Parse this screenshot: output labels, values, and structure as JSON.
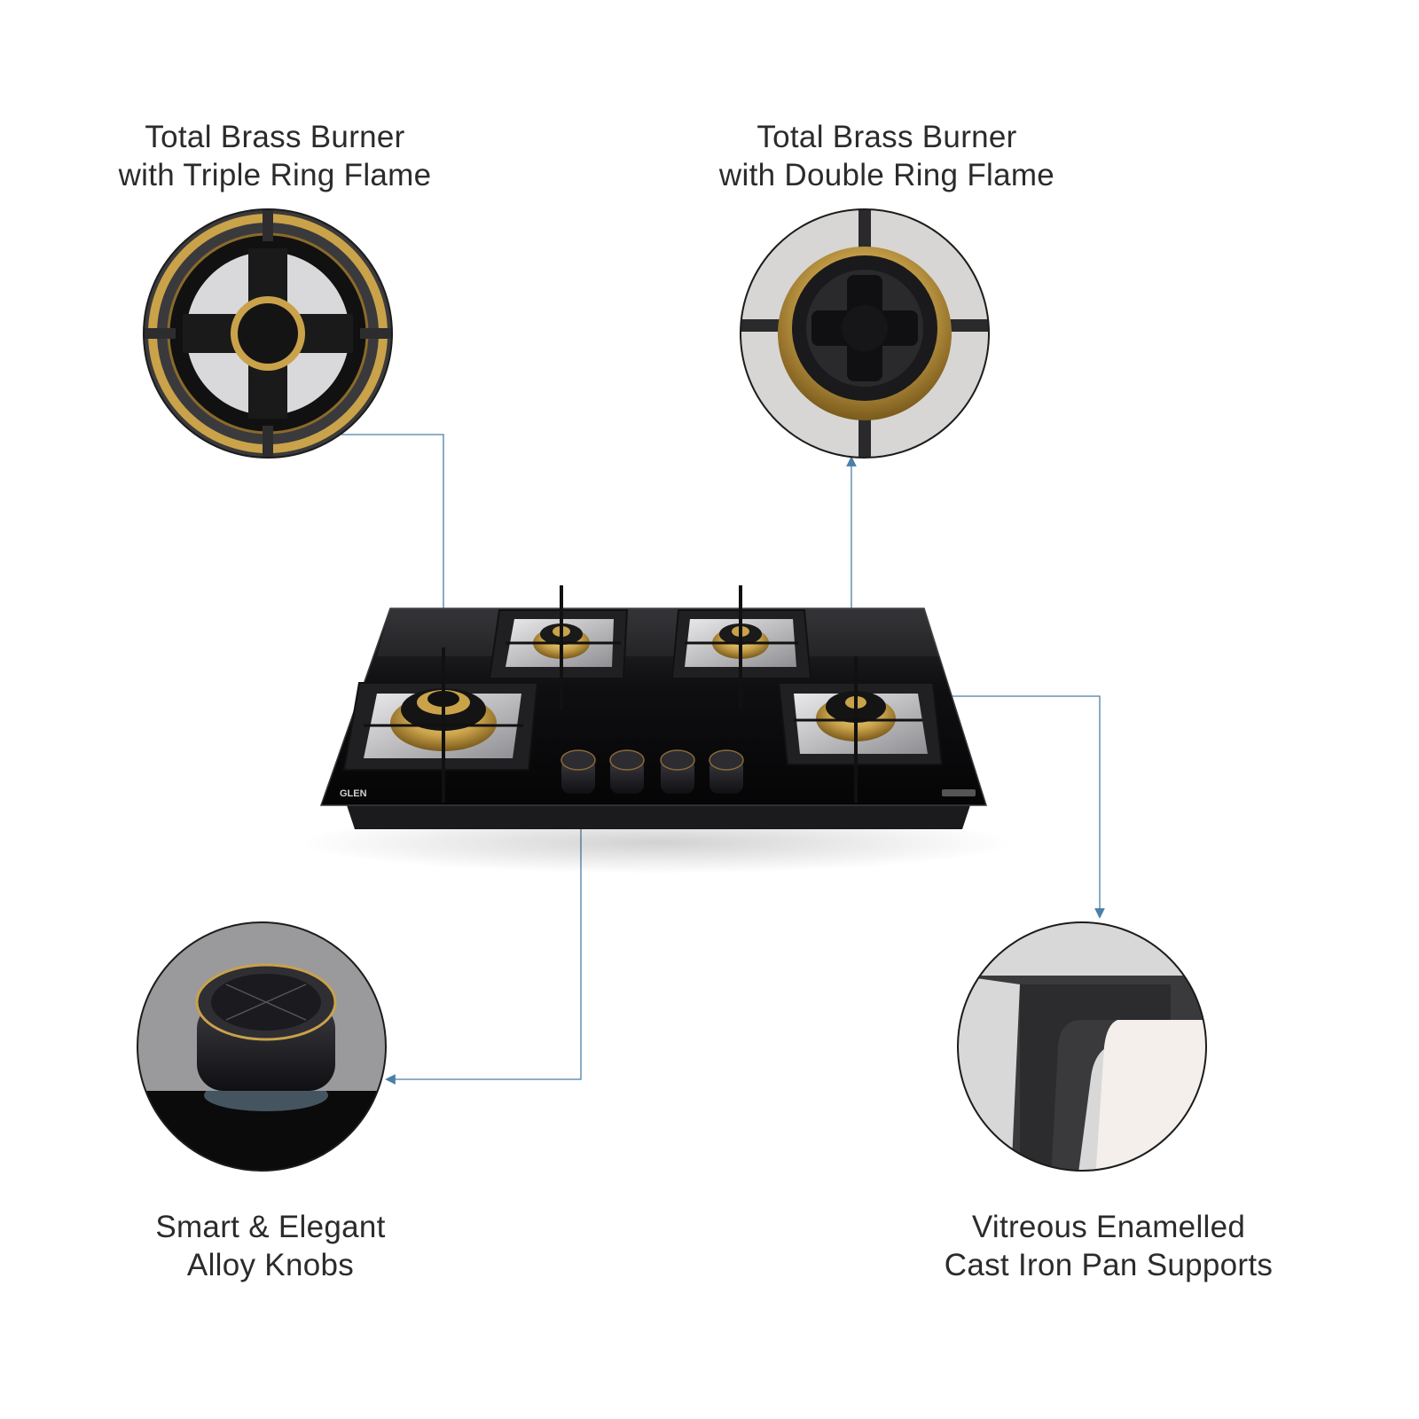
{
  "features": [
    {
      "id": "triple",
      "line1": "Total Brass Burner",
      "line2": "with Triple Ring Flame"
    },
    {
      "id": "double",
      "line1": "Total Brass Burner",
      "line2": "with Double Ring Flame"
    },
    {
      "id": "knobs",
      "line1": "Smart & Elegant",
      "line2": "Alloy Knobs"
    },
    {
      "id": "support",
      "line1": "Vitreous Enamelled",
      "line2": "Cast Iron Pan Supports"
    }
  ],
  "product": {
    "brand_mark": "GLEN"
  },
  "colors": {
    "leader_line": "#4a7fa8",
    "brass": "#c9a24a",
    "glass": "#0d0d0f",
    "steel": "#cfcfd1",
    "cast_iron": "#222224"
  },
  "icons": [
    "arrow-head-icon"
  ]
}
